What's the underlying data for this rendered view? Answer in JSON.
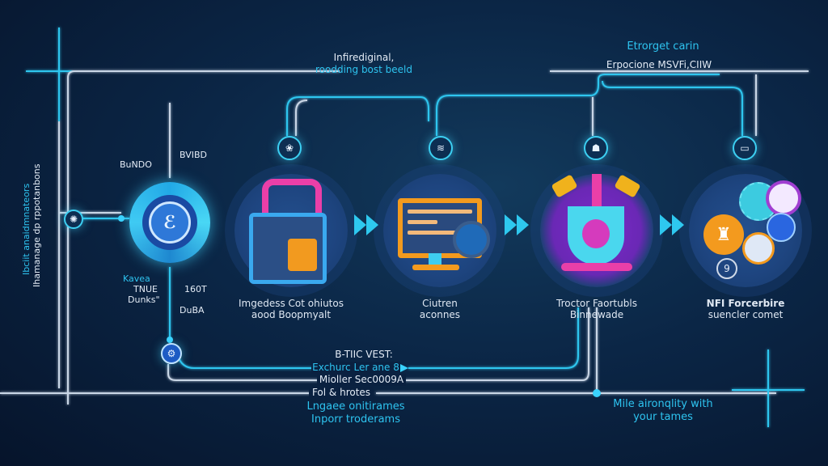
{
  "header": {
    "top_center_line1": "Infirediginal,",
    "top_center_line2": "roodding bost beeld",
    "top_right_line1": "Etrorget carin",
    "top_right_line2": "Erpocione MSVFi,CIIW"
  },
  "left_side": {
    "vertical_line1": "Ibciit anaidmnateors",
    "vertical_line2": "Ihamanage dp rppotanbons"
  },
  "hub": {
    "label_top_left": "BuNDO",
    "label_top_right": "BVIBD",
    "label_bottom_left_1": "Kavea",
    "label_bottom_left_2": "TNUE",
    "label_bottom_left_3": "Dunks\"",
    "label_bottom_right": "160T",
    "label_bottom": "DuBA"
  },
  "stages": [
    {
      "name": "padlock-stage",
      "icon": "padlock-icon",
      "node_icon": "flower-icon",
      "line1": "Imgedess Cot ohiutos",
      "line2": "aood Boopmyalt"
    },
    {
      "name": "monitor-stage",
      "icon": "monitor-settings-icon",
      "node_icon": "stack-icon",
      "line1": "Ciutren",
      "line2": "aconnes"
    },
    {
      "name": "shield-stage",
      "icon": "shield-crest-icon",
      "node_icon": "group-icon",
      "line1": "Troctor Faortubls",
      "line2": "Binnewade"
    },
    {
      "name": "tokens-stage",
      "icon": "nft-tokens-icon",
      "node_icon": "laptop-icon",
      "line1": "NFI Forcerbire",
      "line2": "suencler comet"
    }
  ],
  "bottom": {
    "title": "B-TIIC VEST:",
    "row1": "Exchurc Ler ane 8",
    "row2": "Mioller Sec0009A",
    "row3": "Fol & hrotes",
    "sub_line1": "Lngaee onitirames",
    "sub_line2": "Inporr troderams",
    "right_line1": "Mile aironqlity with",
    "right_line2": "your tames"
  },
  "colors": {
    "accent_cyan": "#2ec4f0",
    "line_white": "#c9d6e6",
    "orange": "#f39a1e",
    "magenta": "#e93fa6",
    "purple": "#7b2bc9"
  }
}
